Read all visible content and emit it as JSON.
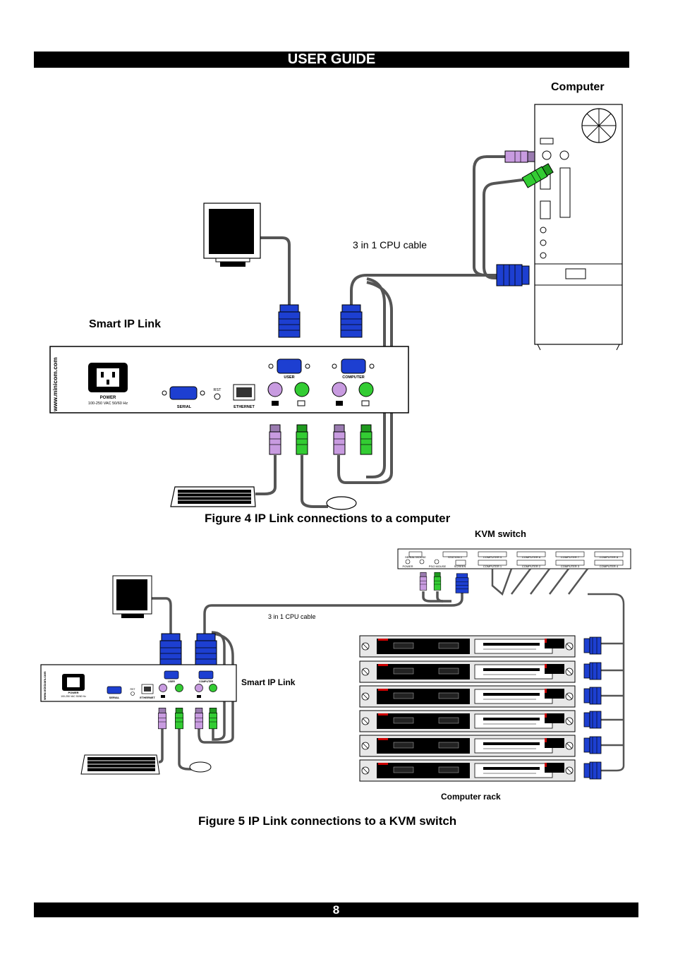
{
  "header": {
    "title": "USER GUIDE"
  },
  "figure4": {
    "computer_label": "Computer",
    "cable_label": "3 in 1 CPU cable",
    "device_label": "Smart IP Link",
    "caption": "Figure 4 IP Link connections to a computer",
    "panel": {
      "brand": "www.minicom.com",
      "power": "POWER",
      "voltage": "100-250 VAC 50/60 Hz",
      "serial": "SERIAL",
      "rst": "RST",
      "ethernet": "ETHERNET",
      "user": "USER",
      "computer": "COMPUTER"
    }
  },
  "figure5": {
    "kvm_label": "KVM switch",
    "cable_label": "3 in 1 CPU cable",
    "device_label": "Smart IP Link",
    "rack_label": "Computer rack",
    "caption": "Figure 5 IP Link connections to a KVM switch",
    "kvm_ports": [
      "SERIAL MOUSE",
      "STATION 2",
      "COMPUTER 5",
      "COMPUTER 6",
      "COMPUTER 7",
      "COMPUTER 8",
      "POWER",
      "PS/2 MOUSE",
      "SCREEN",
      "COMPUTER 1",
      "COMPUTER 2",
      "COMPUTER 3",
      "COMPUTER 4"
    ]
  },
  "footer": {
    "page_number": "8"
  },
  "colors": {
    "bar": "#000000",
    "purple": "#c89be0",
    "green": "#33cc33",
    "blue": "#1d3fd1",
    "cable": "#555555"
  }
}
